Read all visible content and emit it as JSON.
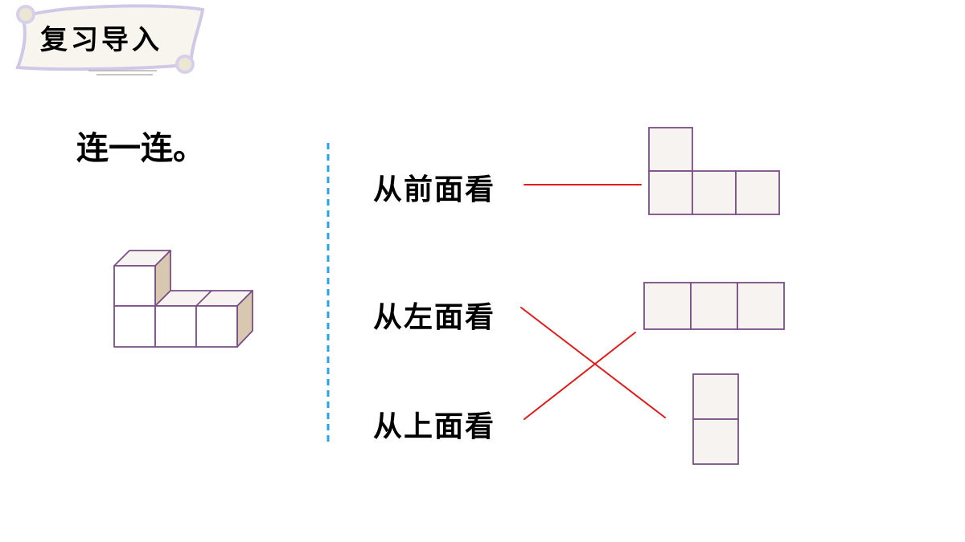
{
  "header": {
    "banner_title": "复习导入"
  },
  "exercise": {
    "instruction": "连一连。",
    "views": [
      {
        "id": "front",
        "label": "从前面看"
      },
      {
        "id": "left",
        "label": "从左面看"
      },
      {
        "id": "top",
        "label": "从上面看"
      }
    ],
    "matches": [
      {
        "view": "front",
        "shape": "l-shape"
      },
      {
        "view": "left",
        "shape": "vertical-two"
      },
      {
        "view": "top",
        "shape": "row-three"
      }
    ]
  },
  "colors": {
    "cube_face": "#f6f3f0",
    "cube_side": "#d9c8b0",
    "cube_edge": "#7a4f86",
    "divider": "#29a3e0",
    "match_line": "#e01b1b",
    "banner_paper": "#f7f5ee",
    "banner_border": "#cfc8e6"
  }
}
